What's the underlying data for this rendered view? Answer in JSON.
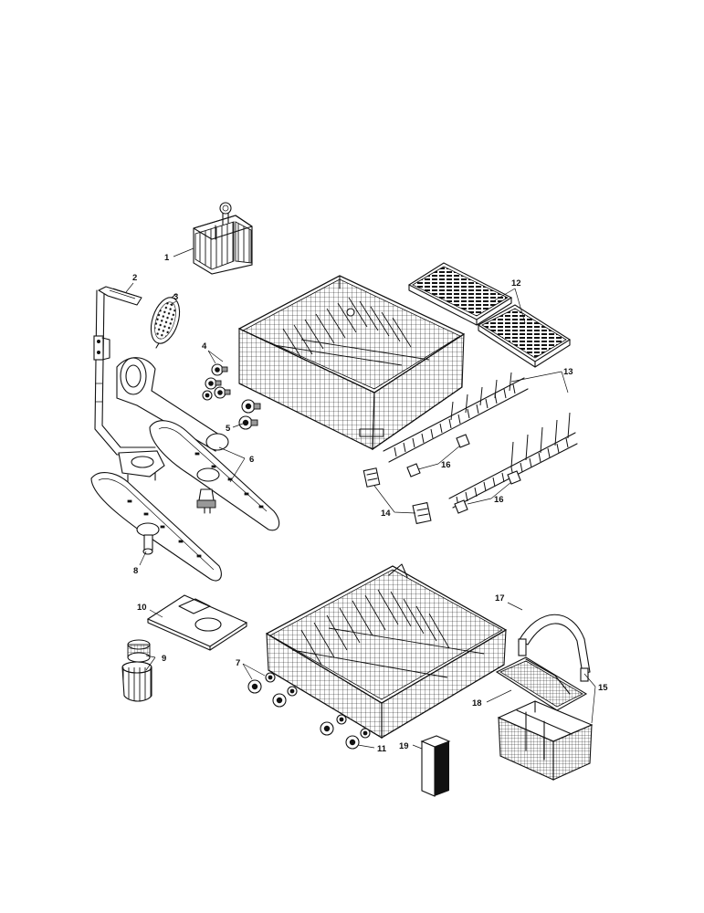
{
  "callouts": {
    "c1": "1",
    "c2": "2",
    "c3": "3",
    "c4": "4",
    "c5": "5",
    "c6": "6",
    "c7": "7",
    "c8": "8",
    "c9": "9",
    "c10": "10",
    "c11": "11",
    "c12": "12",
    "c13": "13",
    "c14": "14",
    "c15": "15",
    "c16a": "16",
    "c16b": "16",
    "c17": "17",
    "c18": "18",
    "c19": "19"
  },
  "colors": {
    "ink": "#111111",
    "paper": "#ffffff"
  }
}
